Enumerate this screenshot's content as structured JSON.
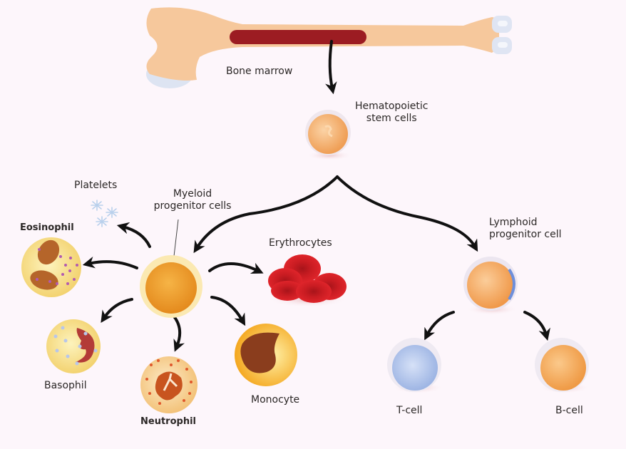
{
  "title": "Hematopoiesis: differentiation of blood cells from bone marrow",
  "colors": {
    "background": "#fdf6fb",
    "bone": "#f5c79b",
    "marrow": "#9c1c22",
    "arrow": "#111111",
    "text": "#2b2726",
    "erythrocyte": "#d42127",
    "myeloid": "#f0a030",
    "t_cell": "#a9bfe8",
    "b_cell": "#f3a95b"
  },
  "labels": {
    "bone_marrow": "Bone marrow",
    "hsc": [
      "Hematopoietic",
      "stem cells"
    ],
    "platelets": "Platelets",
    "myeloid": [
      "Myeloid",
      "progenitor cells"
    ],
    "eosinophil": "Eosinophil",
    "erythrocytes": "Erythrocytes",
    "basophil": "Basophil",
    "neutrophil": "Neutrophil",
    "monocyte": "Monocyte",
    "lymphoid": [
      "Lymphoid",
      "progenitor cell"
    ],
    "t_cell": "T-cell",
    "b_cell": "B-cell"
  },
  "nodes": [
    {
      "id": "bone-marrow",
      "label": "Bone marrow"
    },
    {
      "id": "hematopoietic-stem-cells",
      "label": "Hematopoietic stem cells"
    },
    {
      "id": "myeloid-progenitor",
      "label": "Myeloid progenitor cells"
    },
    {
      "id": "lymphoid-progenitor",
      "label": "Lymphoid progenitor cell"
    },
    {
      "id": "platelets",
      "label": "Platelets"
    },
    {
      "id": "eosinophil",
      "label": "Eosinophil"
    },
    {
      "id": "basophil",
      "label": "Basophil"
    },
    {
      "id": "neutrophil",
      "label": "Neutrophil"
    },
    {
      "id": "monocyte",
      "label": "Monocyte"
    },
    {
      "id": "erythrocytes",
      "label": "Erythrocytes"
    },
    {
      "id": "t-cell",
      "label": "T-cell"
    },
    {
      "id": "b-cell",
      "label": "B-cell"
    }
  ],
  "edges": [
    {
      "from": "bone-marrow",
      "to": "hematopoietic-stem-cells"
    },
    {
      "from": "hematopoietic-stem-cells",
      "to": "myeloid-progenitor"
    },
    {
      "from": "hematopoietic-stem-cells",
      "to": "lymphoid-progenitor"
    },
    {
      "from": "myeloid-progenitor",
      "to": "platelets"
    },
    {
      "from": "myeloid-progenitor",
      "to": "eosinophil"
    },
    {
      "from": "myeloid-progenitor",
      "to": "basophil"
    },
    {
      "from": "myeloid-progenitor",
      "to": "neutrophil"
    },
    {
      "from": "myeloid-progenitor",
      "to": "monocyte"
    },
    {
      "from": "myeloid-progenitor",
      "to": "erythrocytes"
    },
    {
      "from": "lymphoid-progenitor",
      "to": "t-cell"
    },
    {
      "from": "lymphoid-progenitor",
      "to": "b-cell"
    }
  ]
}
